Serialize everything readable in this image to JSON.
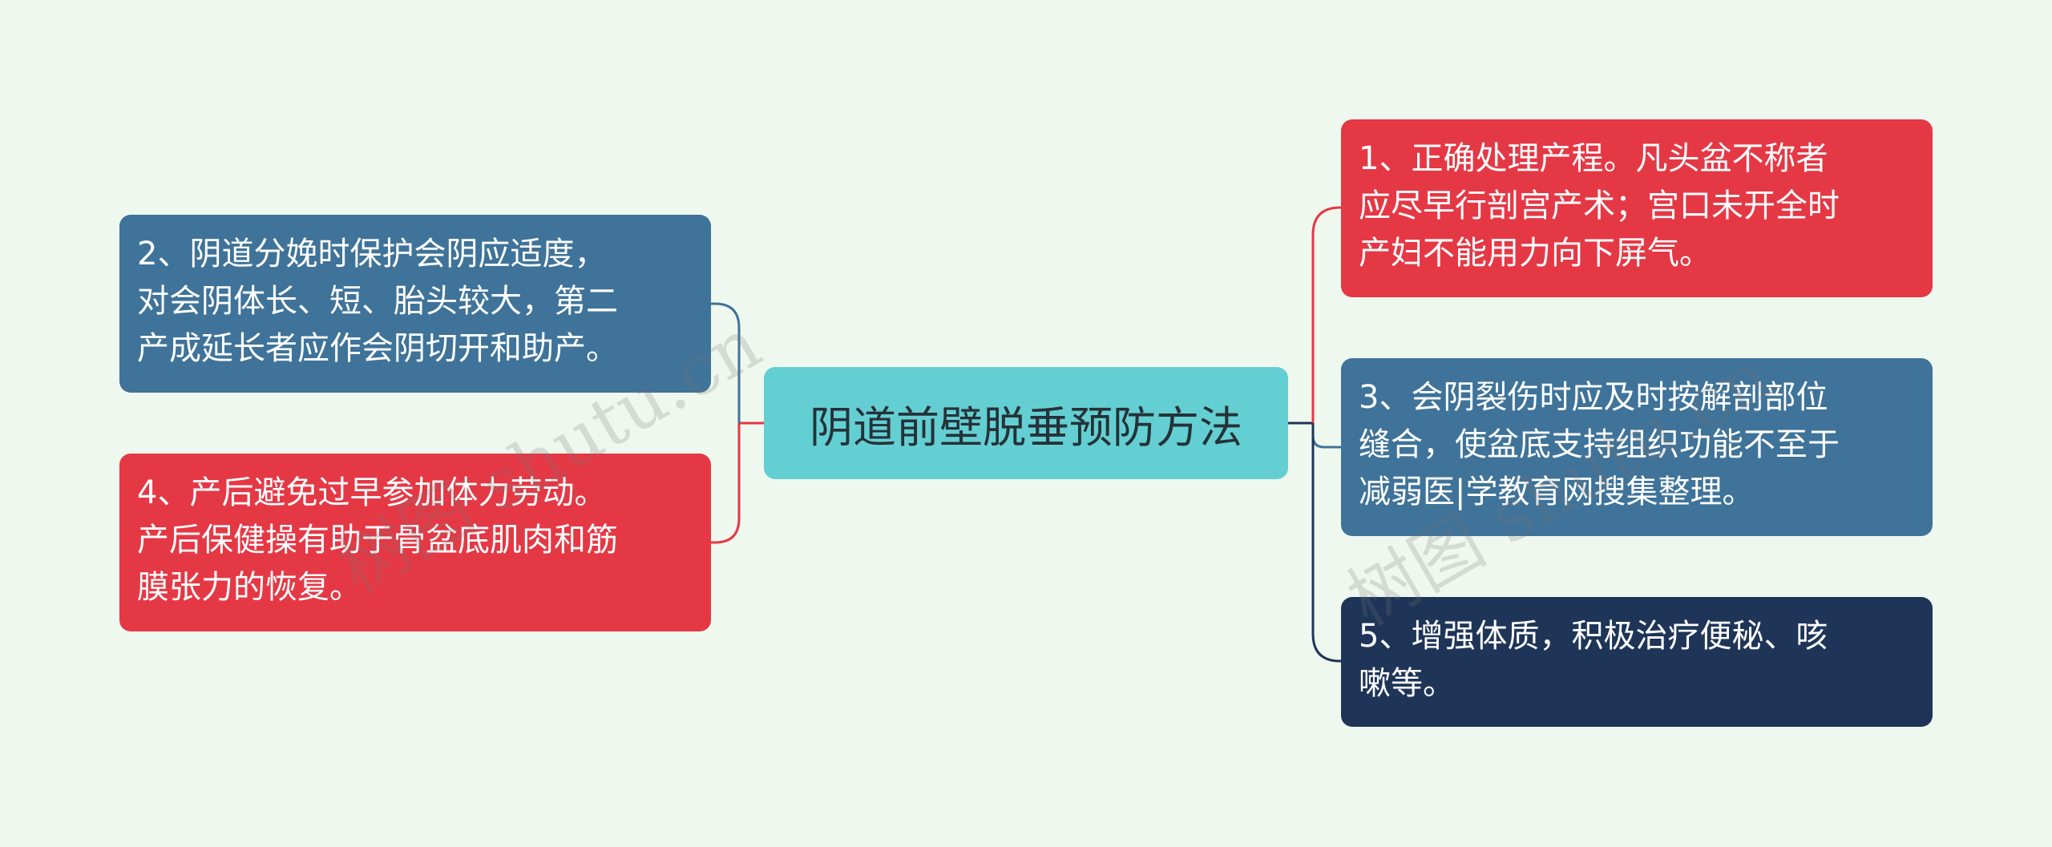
{
  "colors": {
    "background": "#eff8ee",
    "central": "#64cfd2",
    "red": "#e53845",
    "blue": "#3f7399",
    "navy": "#1e3558"
  },
  "central": {
    "label": "阴道前壁脱垂预防方法"
  },
  "branches": [
    {
      "id": "n1",
      "text": "1、正确处理产程。凡头盆不称者\n应尽早行剖宫产术；宫口未开全时\n产妇不能用力向下屏气。",
      "color_key": "red",
      "side": "right"
    },
    {
      "id": "n3",
      "text": "3、会阴裂伤时应及时按解剖部位\n缝合，使盆底支持组织功能不至于\n减弱医|学教育网搜集整理。",
      "color_key": "blue",
      "side": "right"
    },
    {
      "id": "n5",
      "text": "5、增强体质，积极治疗便秘、咳\n嗽等。",
      "color_key": "navy",
      "side": "right"
    },
    {
      "id": "n2",
      "text": "2、阴道分娩时保护会阴应适度，\n对会阴体长、短、胎头较大，第二\n产成延长者应作会阴切开和助产。",
      "color_key": "blue",
      "side": "left"
    },
    {
      "id": "n4",
      "text": "4、产后避免过早参加体力劳动。\n产后保健操有助于骨盆底肌肉和筋\n膜张力的恢复。",
      "color_key": "red",
      "side": "left"
    }
  ],
  "watermarks": [
    {
      "text": "树图 shutu.cn"
    },
    {
      "text": "树图 shutu.cn"
    }
  ]
}
